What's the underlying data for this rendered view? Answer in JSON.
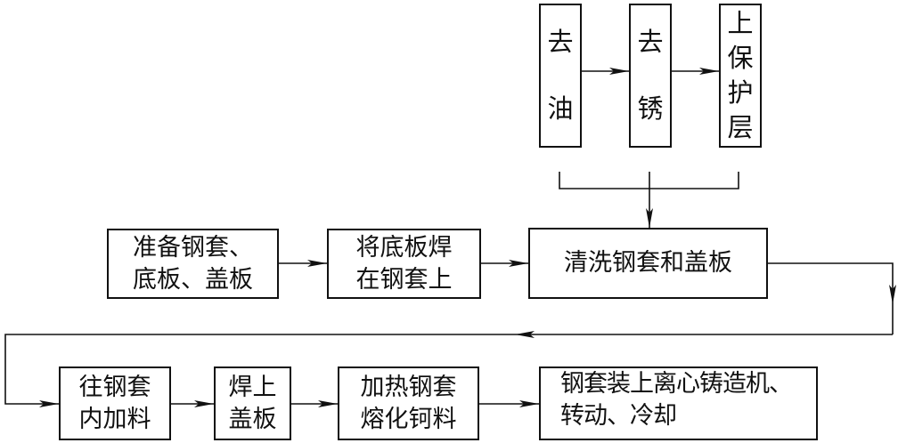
{
  "diagram": {
    "steps": {
      "degrease": [
        "去",
        "油"
      ],
      "derust": [
        "去",
        "锈"
      ],
      "protective_layer": [
        "上",
        "保",
        "护",
        "层"
      ],
      "prepare": [
        "准备钢套、",
        "底板、盖板"
      ],
      "weld_bottom": [
        "将底板焊",
        "在钢套上"
      ],
      "clean": [
        "清洗钢套和盖板"
      ],
      "charge": [
        "往钢套",
        "内加料"
      ],
      "weld_cover": [
        "焊上",
        "盖板"
      ],
      "heat": [
        "加热钢套",
        "熔化钶料"
      ],
      "cast": [
        "钢套装上离心铸造机、",
        "转动、冷却"
      ]
    }
  }
}
